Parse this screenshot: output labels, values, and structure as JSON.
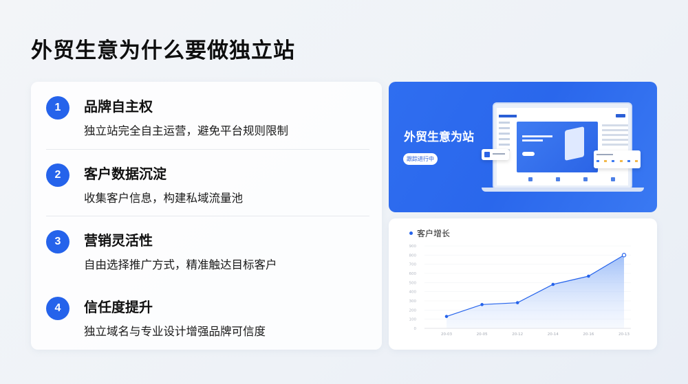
{
  "page": {
    "title": "外贸生意为什么要做独立站"
  },
  "reasons": [
    {
      "number": "1",
      "title": "品牌自主权",
      "description": "独立站完全自主运营，避免平台规则限制"
    },
    {
      "number": "2",
      "title": "客户数据沉淀",
      "description": "收集客户信息，构建私域流量池"
    },
    {
      "number": "3",
      "title": "营销灵活性",
      "description": "自由选择推广方式，精准触达目标客户"
    },
    {
      "number": "4",
      "title": "信任度提升",
      "description": "独立域名与专业设计增强品牌可信度"
    }
  ],
  "promo": {
    "title": "外贸生意为站",
    "button_label": "跟踪进行中"
  },
  "colors": {
    "accent": "#2563eb",
    "promo_bg": "#2f6ef0",
    "area_fill": "#bcd3fb"
  },
  "chart_data": {
    "type": "area",
    "title": "客户增长",
    "xlabel": "",
    "ylabel": "",
    "categories": [
      "20-03",
      "20-05",
      "20-12",
      "20-14",
      "20-16",
      "20-13"
    ],
    "series": [
      {
        "name": "客户增长",
        "values": [
          130,
          260,
          280,
          480,
          570,
          800
        ]
      }
    ],
    "yticks": [
      "0",
      "100",
      "200",
      "300",
      "400",
      "500",
      "600",
      "700",
      "800",
      "900"
    ],
    "ylim": [
      0,
      900
    ],
    "grid": true,
    "legend": "none"
  }
}
